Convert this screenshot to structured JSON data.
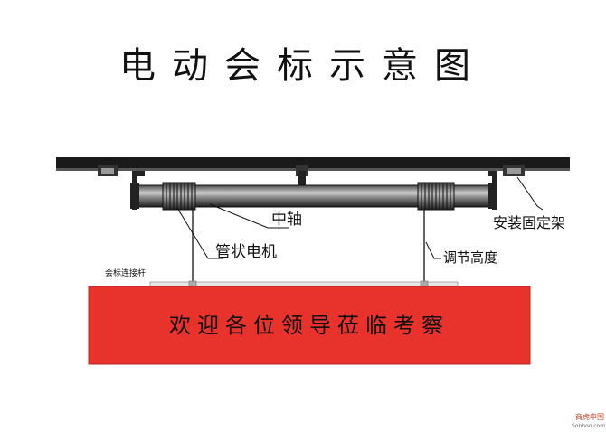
{
  "title": "电动会标示意图",
  "labels": {
    "middle_shaft": "中轴",
    "tubular_motor": "管状电机",
    "mounting_bracket": "安装固定架",
    "height_adjust": "调节高度",
    "banner_connecting_rod": "会标连接杆"
  },
  "banner": {
    "text": "欢迎各位领导莅临考察",
    "color": "#e8322c"
  },
  "watermark": {
    "line1": "商虎中国",
    "line2": "Sonhoo.com"
  }
}
